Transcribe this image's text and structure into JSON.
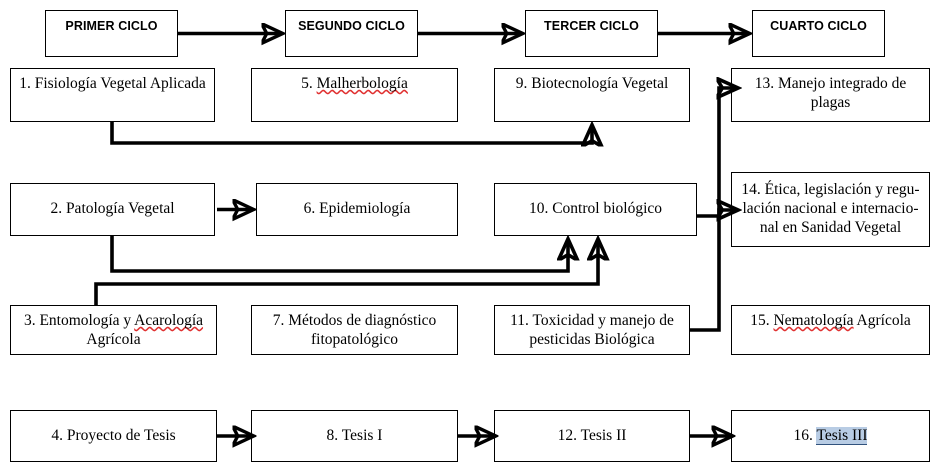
{
  "diagram": {
    "title": "Malla curricular - Sanidad Vegetal",
    "type": "flowchart",
    "background": "#ffffff",
    "line_color": "#000000",
    "spellcheck_underline_color": "#e03030",
    "grammarcheck_highlight_color": "#b8cce4"
  },
  "cycles": [
    {
      "id": "cycle-1",
      "label": "PRIMER CICLO"
    },
    {
      "id": "cycle-2",
      "label": "SEGUNDO CICLO"
    },
    {
      "id": "cycle-3",
      "label": "TERCER CICLO"
    },
    {
      "id": "cycle-4",
      "label": "CUARTO CICLO"
    }
  ],
  "courses": {
    "c1": {
      "number": "1.",
      "name": "Fisiología Vegetal Aplicada"
    },
    "c2": {
      "number": "2.",
      "name": "Patología Vegetal"
    },
    "c3": {
      "number": "3.",
      "name": "Entomología y Acarología Agrícola",
      "line1_a": "3. Entomología y ",
      "line1_b": "Acarología",
      "line2": "Agrícola"
    },
    "c4": {
      "number": "4.",
      "name": "Proyecto de Tesis",
      "full": "4. Proyecto de Tesis"
    },
    "c5": {
      "number": "5.",
      "name": "Malherbología",
      "prefix": "5. ",
      "flagged": "Malherbología"
    },
    "c6": {
      "number": "6.",
      "name": "Epidemiología",
      "full": "6. Epidemiología"
    },
    "c7": {
      "number": "7.",
      "name": "Métodos de diagnóstico fitopatológico",
      "line1": "7. Métodos de diagnóstico",
      "line2": "fitopatológico"
    },
    "c8": {
      "number": "8.",
      "name": "Tesis I",
      "full": "8. Tesis I"
    },
    "c9": {
      "number": "9.",
      "name": "Biotecnología Vegetal",
      "full": "9. Biotecnología Vegetal"
    },
    "c10": {
      "number": "10.",
      "name": "Control biológico",
      "full": "10. Control biológico"
    },
    "c11": {
      "number": "11.",
      "name": "Toxicidad y manejo de pesticidas Biológica",
      "line1": "11. Toxicidad y manejo de",
      "line2": "pesticidas Biológica"
    },
    "c12": {
      "number": "12.",
      "name": "Tesis II",
      "full": "12. Tesis II"
    },
    "c13": {
      "number": "13.",
      "name": "Manejo integrado de plagas",
      "line1": "13. Manejo integrado de",
      "line2": "plagas"
    },
    "c14": {
      "number": "14.",
      "name": "Ética, legislación y regulación nacional e internacional en Sanidad Vegetal",
      "line1": "14. Ética, legislación y regu-",
      "line2": "lación nacional e internacio-",
      "line3": "nal en Sanidad Vegetal"
    },
    "c15": {
      "number": "15.",
      "name": "Nematología Agrícola",
      "prefix": "15. ",
      "flagged": "Nematología",
      "suffix": " Agrícola"
    },
    "c16": {
      "number": "16.",
      "name": "Tesis  III",
      "prefix": "16. ",
      "flagged": "Tesis  III"
    }
  },
  "connections": [
    {
      "from": "cycle-1",
      "to": "cycle-2",
      "style": "straight-arrow"
    },
    {
      "from": "cycle-2",
      "to": "cycle-3",
      "style": "straight-arrow"
    },
    {
      "from": "cycle-3",
      "to": "cycle-4",
      "style": "straight-arrow"
    },
    {
      "from": "c1",
      "to": "c9",
      "style": "down-right-up"
    },
    {
      "from": "c2",
      "to": "c6",
      "style": "straight-arrow"
    },
    {
      "from": "c2",
      "to": "c10",
      "style": "down-right-up"
    },
    {
      "from": "c3",
      "to": "c10",
      "style": "up-right-up"
    },
    {
      "from": "c10",
      "to": "c13",
      "style": "right-up-right"
    },
    {
      "from": "c11",
      "to": "c14",
      "style": "right-up-right"
    },
    {
      "from": "c4",
      "to": "c8",
      "style": "straight-arrow"
    },
    {
      "from": "c8",
      "to": "c12",
      "style": "straight-arrow"
    },
    {
      "from": "c12",
      "to": "c16",
      "style": "straight-arrow"
    }
  ]
}
